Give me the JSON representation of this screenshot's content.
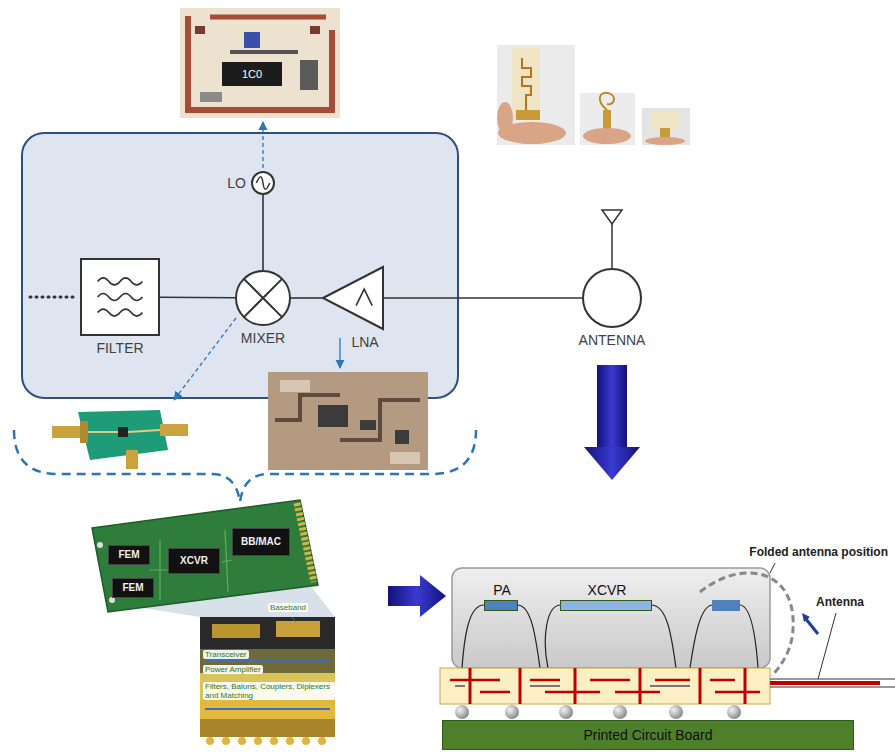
{
  "diagram": {
    "nodes": [
      {
        "text": [
          "LO"
        ]
      },
      {
        "text": [
          "FILTER"
        ]
      },
      {
        "text": [
          "MIXER"
        ]
      },
      {
        "text": [
          "LNA"
        ]
      },
      {
        "text": [
          "ANTENNA"
        ]
      },
      {
        "text": [
          "FEM"
        ]
      },
      {
        "text": [
          "FEM"
        ]
      },
      {
        "text": [
          "XCVR"
        ]
      },
      {
        "text": [
          "BB/MAC"
        ]
      },
      {
        "text": [
          "PA"
        ]
      },
      {
        "text": [
          "XCVR"
        ]
      },
      {
        "text": [
          "Printed Circuit Board"
        ]
      }
    ],
    "edges": [
      {
        "from": 0,
        "to": 2,
        "arrow": "none"
      },
      {
        "from": 1,
        "to": 2,
        "arrow": "none"
      },
      {
        "from": 2,
        "to": 3,
        "arrow": "none"
      },
      {
        "from": 3,
        "to": 4,
        "arrow": "none"
      }
    ],
    "labels": [
      "1C0",
      "Folded antenna position",
      "Antenna",
      "Baseband",
      "Transceiver",
      "Power Amplifier",
      "Filters, Baluns, Couplers, Diplexers and Matching"
    ]
  }
}
